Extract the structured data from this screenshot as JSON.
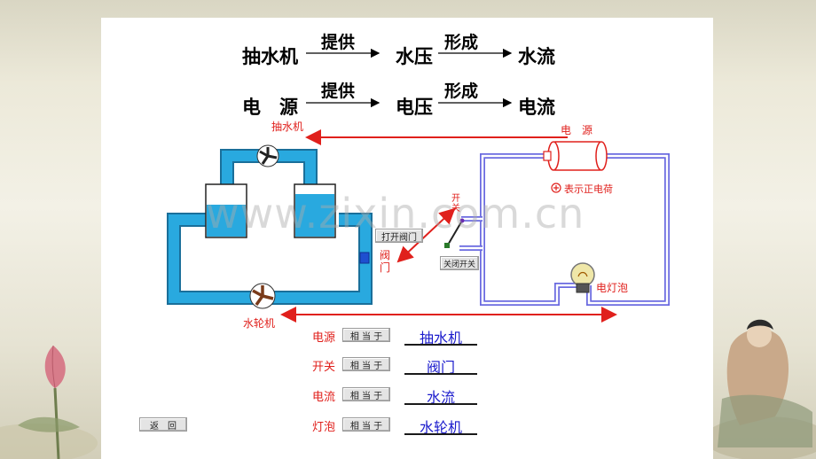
{
  "header": {
    "row1": {
      "a": "抽水机",
      "arrow1": "提供",
      "b": "水压",
      "arrow2": "形成",
      "c": "水流"
    },
    "row2": {
      "a": "电　源",
      "arrow1": "提供",
      "b": "电压",
      "arrow2": "形成",
      "c": "电流"
    }
  },
  "diagram": {
    "pump_label": "抽水机",
    "turbine_label": "水轮机",
    "valve_label": "阀\n门",
    "power_label": "电　源",
    "charge_legend": "表示正电荷",
    "switch_label": "开\n关",
    "bulb_label": "电灯泡",
    "open_valve_button": "打开阀门",
    "close_switch_button": "关闭开关",
    "watermark": "www.zixin.com.cn"
  },
  "matches": [
    {
      "label": "电源",
      "button": "相 当 于",
      "answer": "抽水机"
    },
    {
      "label": "开关",
      "button": "相 当 于",
      "answer": "阀门"
    },
    {
      "label": "电流",
      "button": "相 当 于",
      "answer": "水流"
    },
    {
      "label": "灯泡",
      "button": "相 当 于",
      "answer": "水轮机"
    }
  ],
  "nav": {
    "back_button": "返　回"
  },
  "colors": {
    "water": "#29a9df",
    "wire": "#6a6ae0",
    "arrow": "#e0201c",
    "answer": "#1a1acc"
  }
}
